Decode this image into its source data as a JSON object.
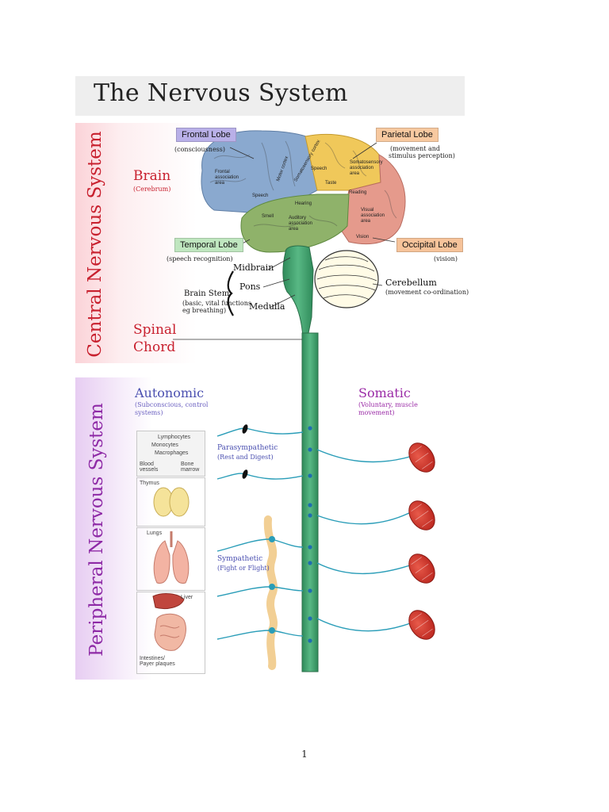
{
  "title": "The Nervous System",
  "sections": {
    "cns": "Central Nervous System",
    "pns": "Peripheral Nervous System"
  },
  "brain": {
    "label": "Brain",
    "sub": "(Cerebrum)"
  },
  "lobes": {
    "frontal": {
      "name": "Frontal Lobe",
      "desc": "(consciousness)"
    },
    "parietal": {
      "name": "Parietal Lobe",
      "desc1": "(movement and",
      "desc2": "stimulus perception)"
    },
    "temporal": {
      "name": "Temporal Lobe",
      "desc": "(speech recognition)"
    },
    "occipital": {
      "name": "Occipital Lobe",
      "desc": "(vision)"
    }
  },
  "brain_areas": {
    "frontal_assoc": "Frontal\nassociation\narea",
    "motor_cortex": "Motor cortex",
    "somatosensory_cortex": "Somatosensory cortex",
    "speech1": "Speech",
    "taste": "Taste",
    "somato_assoc": "Somatosensory\nassociation\narea",
    "reading": "Reading",
    "speech2": "Speech",
    "hearing": "Hearing",
    "smell": "Smell",
    "auditory_assoc": "Auditory\nassociation\narea",
    "visual_assoc": "Visual\nassociation\narea",
    "vision": "Vision"
  },
  "brainstem": {
    "midbrain": "Midbrain",
    "pons": "Pons",
    "medulla": "Medulla",
    "label": "Brain Stem",
    "desc1": "(basic, vital functions",
    "desc2": "eg breathing)"
  },
  "cerebellum": {
    "name": "Cerebellum",
    "desc": "(movement co-ordination)"
  },
  "spinal": {
    "line1": "Spinal",
    "line2": "Chord"
  },
  "autonomic": {
    "name": "Autonomic",
    "desc1": "(Subconscious, control",
    "desc2": "systems)"
  },
  "somatic": {
    "name": "Somatic",
    "desc1": "(Voluntary, muscle",
    "desc2": "movement)"
  },
  "parasympathetic": {
    "name": "Parasympathetic",
    "desc": "(Rest and Digest)"
  },
  "sympathetic": {
    "name": "Sympathetic",
    "desc": "(Fight or Flight)"
  },
  "organs": {
    "lymphocytes": "Lymphocytes",
    "monocytes": "Monocytes",
    "macrophages": "Macrophages",
    "blood_vessels": "Blood\nvessels",
    "bone_marrow": "Bone\nmarrow",
    "thymus": "Thymus",
    "lungs": "Lungs",
    "liver": "Liver",
    "intestines": "Intestines/\nPayer plaques"
  },
  "page_number": "1",
  "colors": {
    "cns_red": "#c8202e",
    "pns_purple": "#8e2aa6",
    "spinal_green": "#3a9e6a",
    "nerve_blue": "#2a9db8",
    "frontal_box": "#b9b0e8",
    "parietal_box": "#f7c9a0",
    "temporal_box": "#bfe6bf",
    "occipital_box": "#f6c39a"
  }
}
